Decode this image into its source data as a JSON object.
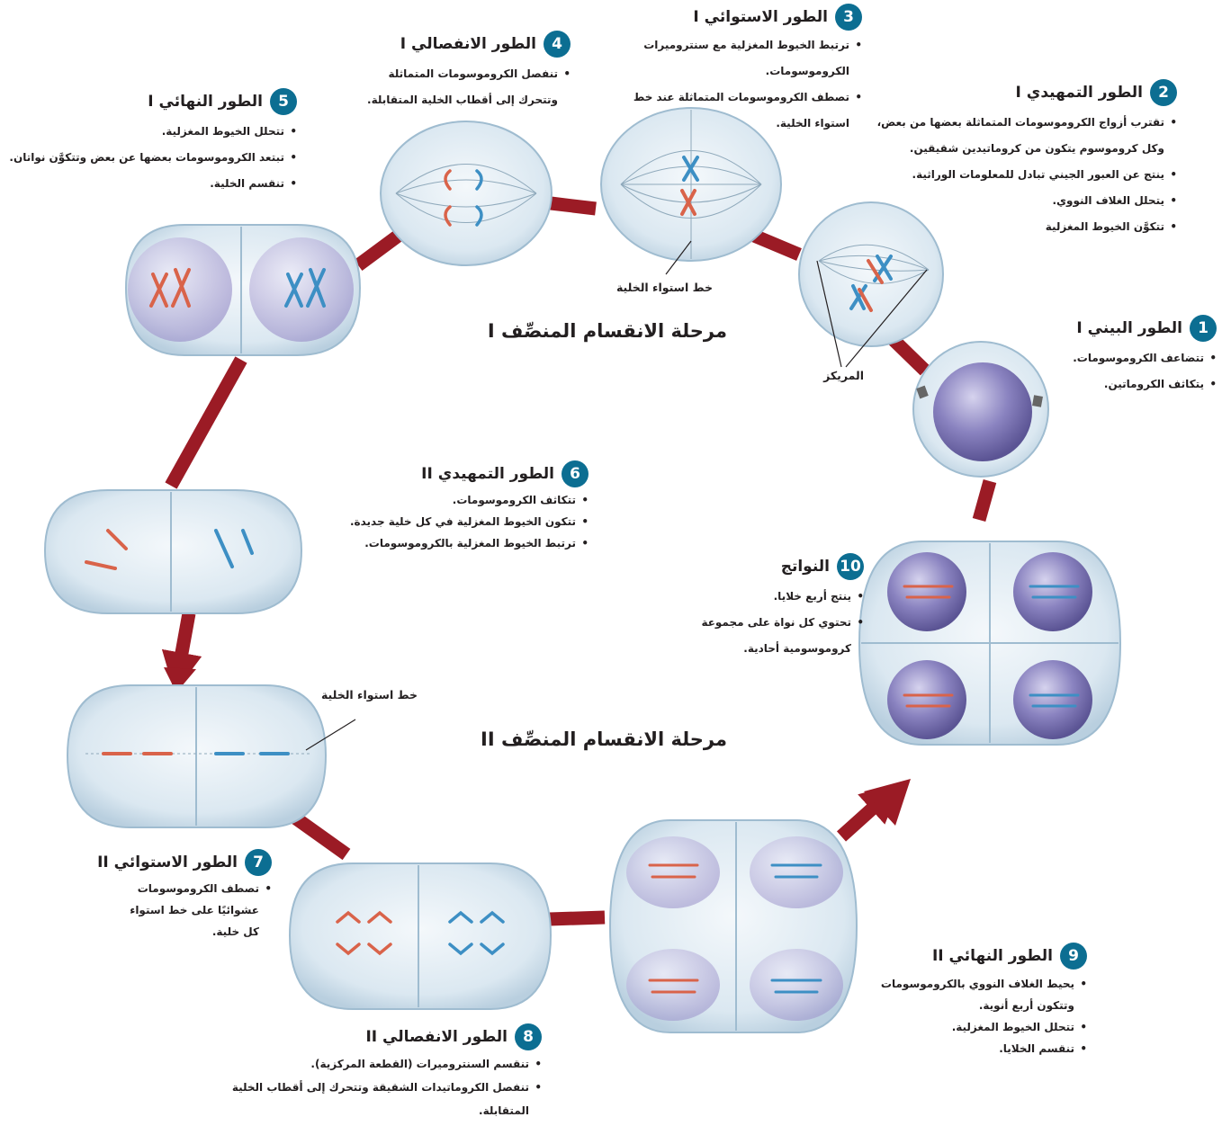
{
  "phases": [
    {
      "number": "1",
      "title": "الطور البيني I",
      "bullets": [
        "تتضاعف الكروموسومات.",
        "يتكاثف الكروماتين."
      ]
    },
    {
      "number": "2",
      "title": "الطور التمهيدي I",
      "bullets": [
        "تقترب أزواج الكروموسومات المتماثلة بعضها من بعض، وكل كروموسوم يتكون من كروماتيدين شقيقين.",
        "ينتج عن العبور الجيني تبادل للمعلومات الوراثية.",
        "يتحلل الغلاف النووي.",
        "تتكوَّن الخيوط المغزلية"
      ]
    },
    {
      "number": "3",
      "title": "الطور الاستوائي I",
      "bullets": [
        "ترتبط الخيوط المغزلية مع سنتروميرات الكروموسومات.",
        "تصطف الكروموسومات المتماثلة عند خط استواء الخلية."
      ]
    },
    {
      "number": "4",
      "title": "الطور الانفصالي I",
      "bullets": [
        "تنفصل الكروموسومات المتماثلة وتتحرك إلى أقطاب الخلية المتقابلة."
      ]
    },
    {
      "number": "5",
      "title": "الطور النهائي I",
      "bullets": [
        "تتحلل الخيوط المغزلية.",
        "تبتعد الكروموسومات بعضها عن بعض وتتكوَّن نواتان.",
        "تنقسم الخلية."
      ]
    },
    {
      "number": "6",
      "title": "الطور التمهيدي II",
      "bullets": [
        "تتكاثف الكروموسومات.",
        "تتكون الخيوط المغزلية في كل خلية جديدة.",
        "ترتبط الخيوط المغزلية بالكروموسومات."
      ]
    },
    {
      "number": "7",
      "title": "الطور الاستوائي II",
      "bullets": [
        "تصطف الكروموسومات عشوائيًا على خط استواء كل خلية."
      ]
    },
    {
      "number": "8",
      "title": "الطور الانفصالي II",
      "bullets": [
        "تنقسم السنتروميرات (القطعة المركزية).",
        "تنفصل الكروماتيدات الشقيقة وتتحرك إلى أقطاب الخلية المتقابلة."
      ]
    },
    {
      "number": "9",
      "title": "الطور النهائي II",
      "bullets": [
        "يحيط الغلاف النووي بالكروموسومات وتتكون أربع أنوية.",
        "تتحلل الخيوط المغزلية.",
        "تنقسم الخلايا."
      ]
    },
    {
      "number": "10",
      "title": "النواتج",
      "bullets": [
        "ينتج أربع خلايا.",
        "تحتوي كل نواة على مجموعة كروموسومية أحادية."
      ]
    }
  ],
  "stage_titles": {
    "meiosis1": "مرحلة الانقسام المنصِّف I",
    "meiosis2": "مرحلة الانقسام المنصِّف II"
  },
  "labels": {
    "equator1": "خط استواء الخلية",
    "equator2": "خط استواء الخلية",
    "centriole": "المريكز"
  },
  "colors": {
    "badge": "#0c6e92",
    "arrow": "#9b1b25",
    "cell_fill": "#dce9f2",
    "cell_stroke": "#9fbcd0",
    "nucleus": "#8d87c2",
    "chrom_red": "#d9634a",
    "chrom_blue": "#3d8fc4"
  }
}
